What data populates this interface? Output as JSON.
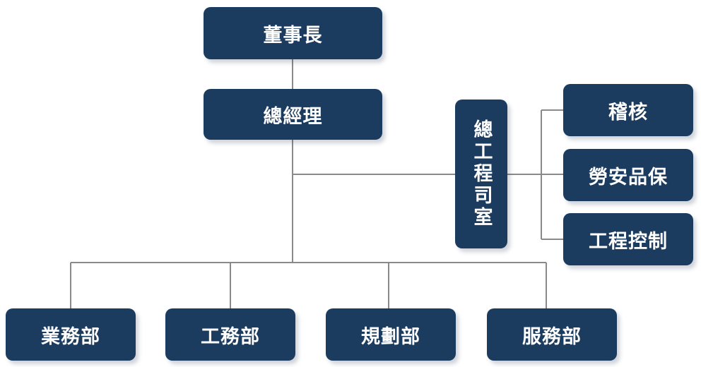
{
  "chart": {
    "chairman": "董事長",
    "general_manager": "總經理",
    "chief_engineer_office": "總工程司室",
    "side_units": [
      "稽核",
      "勞安品保",
      "工程控制"
    ],
    "departments": [
      "業務部",
      "工務部",
      "規劃部",
      "服務部"
    ]
  },
  "colors": {
    "box_fill": "#1b3b5f",
    "box_text": "#ffffff",
    "connector": "#8a8a8a"
  }
}
